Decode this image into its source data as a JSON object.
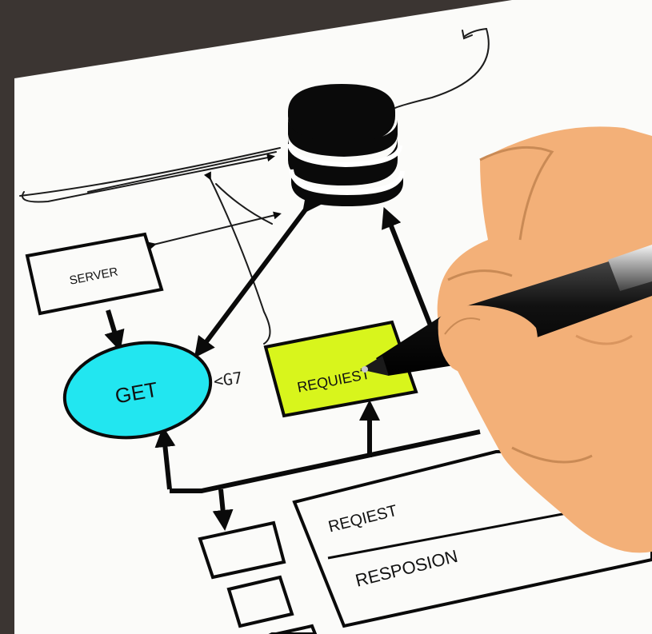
{
  "diagram": {
    "nodes": {
      "server": "SERVER",
      "get": "GET",
      "request": "REQUIEST",
      "table_row_1": "REQIEST",
      "table_row_2": "RESPOSION"
    },
    "scribble": "<G7",
    "colors": {
      "get_fill": "#22e6f0",
      "request_fill": "#d8f51c",
      "paper": "#fbfbf9",
      "ink": "#0a0a0a",
      "skin": "#f3b078"
    }
  }
}
